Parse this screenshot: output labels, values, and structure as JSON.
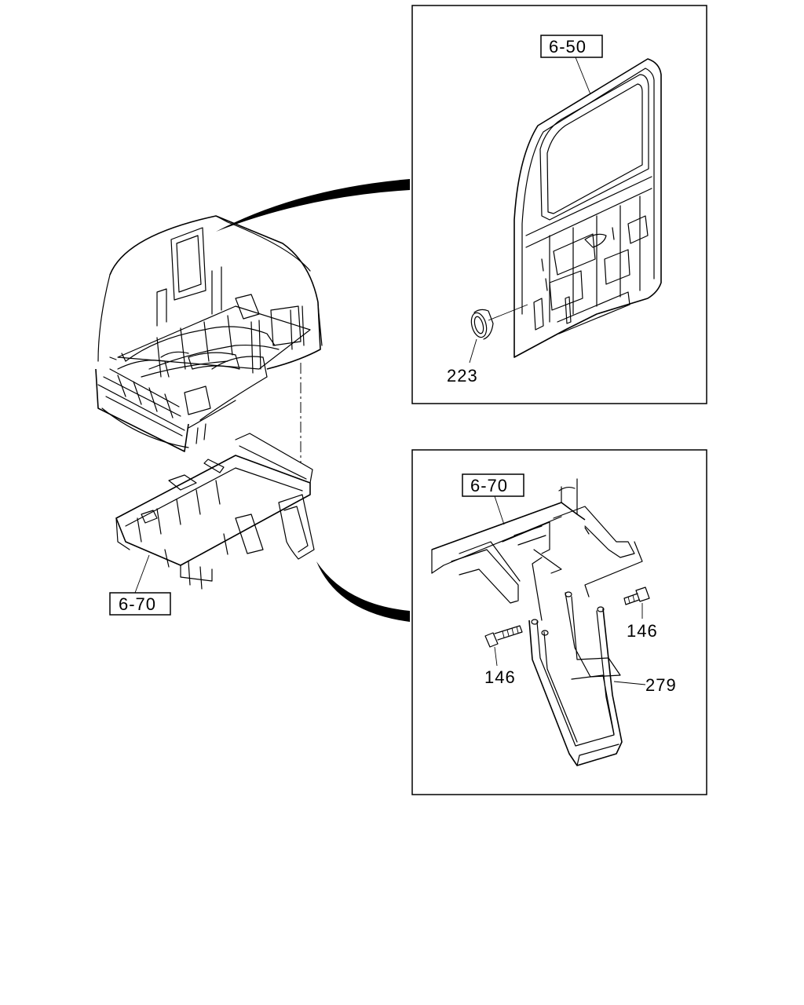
{
  "callouts": {
    "door_ref": "6-50",
    "floor_ref_top": "6-70",
    "floor_ref_left": "6-70",
    "grommet": "223",
    "bolt_right": "146",
    "bolt_left": "146",
    "step_bracket": "279"
  }
}
